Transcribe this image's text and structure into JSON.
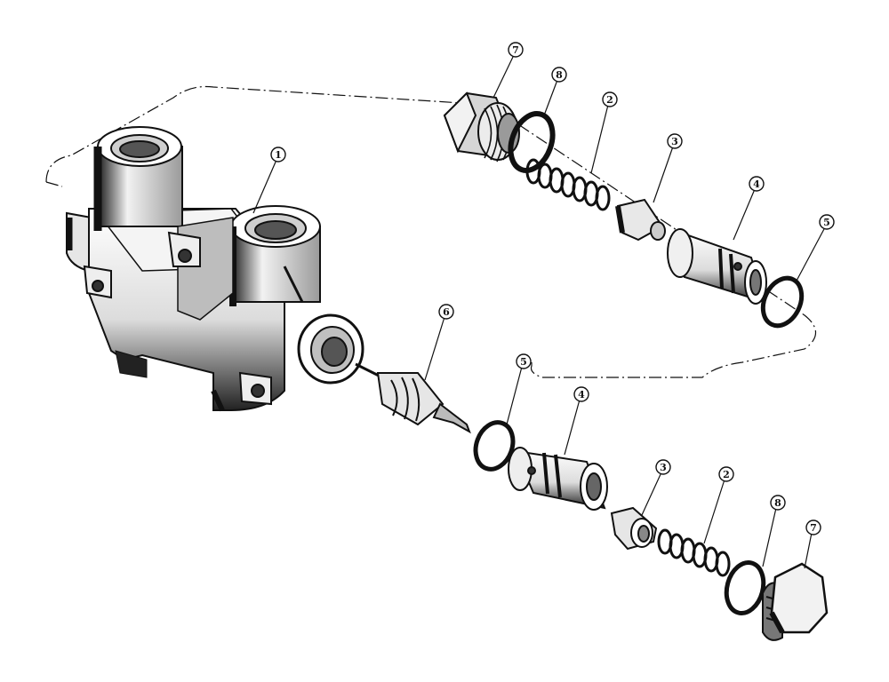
{
  "colors": {
    "ink": "#111111",
    "paper": "#ffffff",
    "shade": "#2a2a2a",
    "mid": "#777777"
  },
  "callouts": [
    {
      "id": "c1",
      "label": "1"
    },
    {
      "id": "c7a",
      "label": "7"
    },
    {
      "id": "c8a",
      "label": "8"
    },
    {
      "id": "c2a",
      "label": "2"
    },
    {
      "id": "c3a",
      "label": "3"
    },
    {
      "id": "c4a",
      "label": "4"
    },
    {
      "id": "c5a",
      "label": "5"
    },
    {
      "id": "c6",
      "label": "6"
    },
    {
      "id": "c5b",
      "label": "5"
    },
    {
      "id": "c4b",
      "label": "4"
    },
    {
      "id": "c3b",
      "label": "3"
    },
    {
      "id": "c2b",
      "label": "2"
    },
    {
      "id": "c8b",
      "label": "8"
    },
    {
      "id": "c7b",
      "label": "7"
    }
  ],
  "parts": [
    {
      "ref": "1",
      "icon": "valve-body-icon"
    },
    {
      "ref": "2",
      "icon": "spring-icon"
    },
    {
      "ref": "3",
      "icon": "poppet-icon"
    },
    {
      "ref": "4",
      "icon": "sleeve-icon"
    },
    {
      "ref": "5",
      "icon": "o-ring-icon"
    },
    {
      "ref": "6",
      "icon": "needle-valve-icon"
    },
    {
      "ref": "7",
      "icon": "hex-plug-icon"
    },
    {
      "ref": "8",
      "icon": "o-ring-icon"
    }
  ]
}
